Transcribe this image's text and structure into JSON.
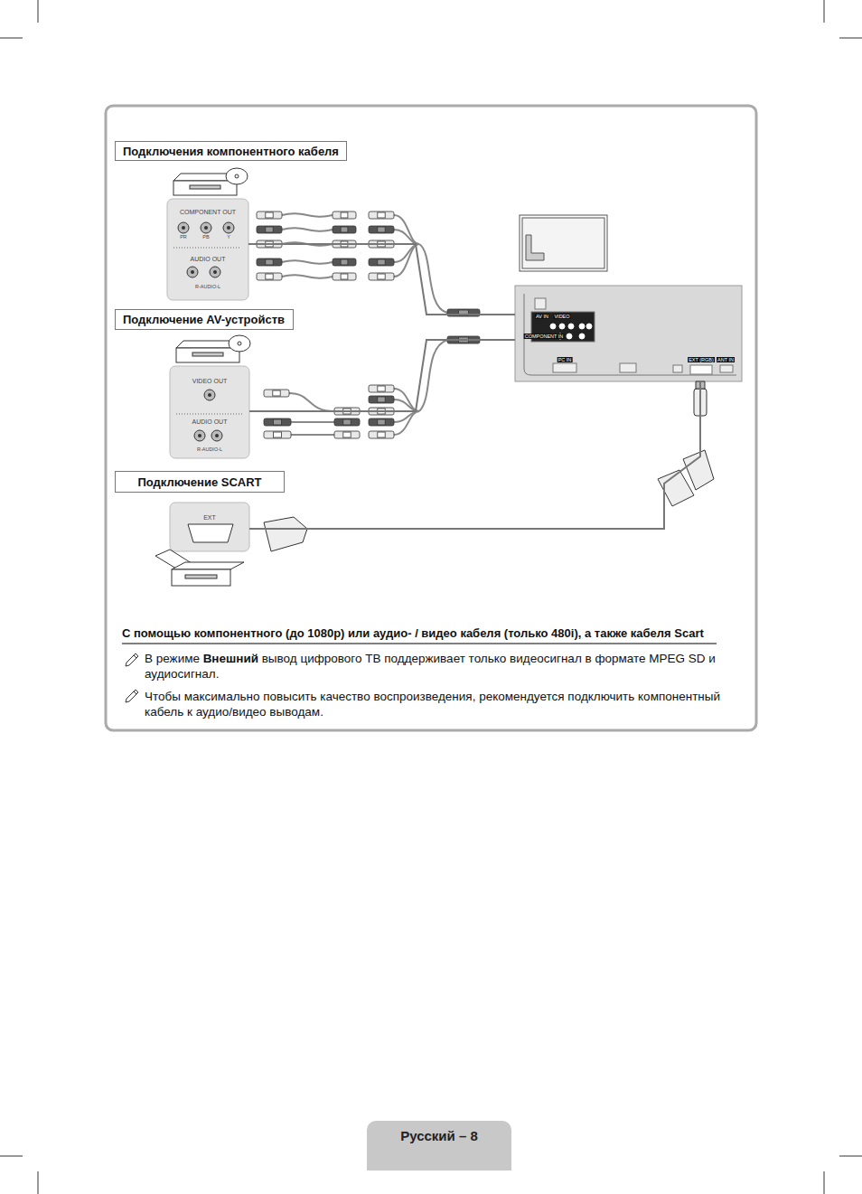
{
  "diagram": {
    "nodes": [
      {
        "text": [
          "Подключения компонентного кабеля"
        ]
      },
      {
        "text": [
          "COMPONENT OUT",
          "PR",
          "PB",
          "Y",
          "AUDIO OUT",
          "R-AUDIO-L"
        ]
      },
      {
        "text": [
          "Подключение AV-устройств"
        ]
      },
      {
        "text": [
          "VIDEO OUT",
          "AUDIO OUT",
          "R-AUDIO-L"
        ]
      },
      {
        "text": [
          "Подключение SCART"
        ]
      },
      {
        "text": [
          "EXT"
        ]
      },
      {
        "text": [
          "AV IN",
          "VIDEO",
          "COMPONENT IN",
          "PC IN",
          "EXT (RGB)",
          "ANT IN"
        ]
      },
      {
        "text": [
          "Русский – 8"
        ]
      }
    ],
    "edges": [
      {
        "from": 1,
        "to": 6,
        "arrow": "none"
      },
      {
        "from": 3,
        "to": 6,
        "arrow": "none"
      },
      {
        "from": 5,
        "to": 6,
        "arrow": "none"
      }
    ],
    "labels": [
      "С помощью компонентного (до 1080p) или аудио- / видео кабеля (только 480i), а также кабеля Scart",
      "В режиме",
      "Внешний",
      "вывод цифрового ТВ поддерживает только видеосигнал в формате MPEG SD и аудиосигнал.",
      "Чтобы максимально повысить качество воспроизведения, рекомендуется подключить компонентный кабель к аудио/видео выводам."
    ]
  }
}
